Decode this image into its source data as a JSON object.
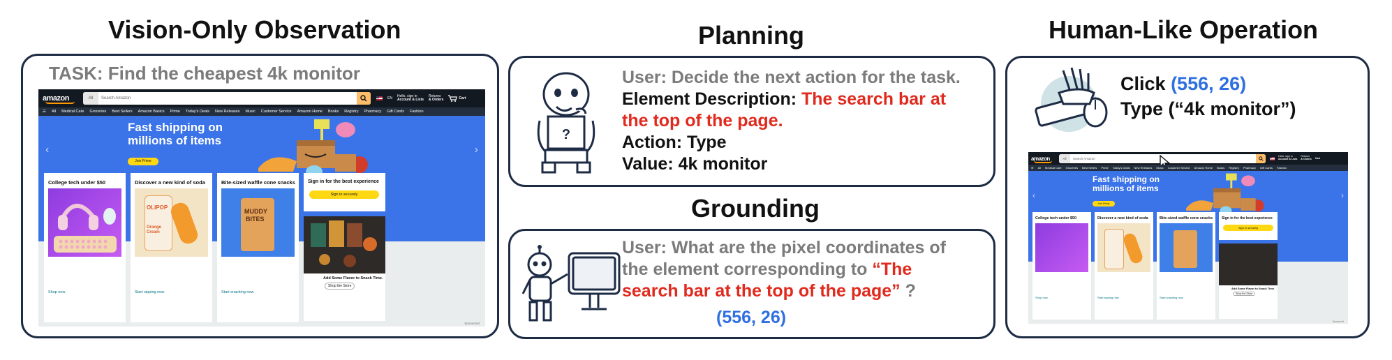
{
  "headings": {
    "vision": "Vision-Only Observation",
    "planning": "Planning",
    "grounding": "Grounding",
    "operation": "Human-Like Operation"
  },
  "vision_panel": {
    "task": "TASK: Find the cheapest 4k monitor"
  },
  "planning_panel": {
    "user_prompt": "User: Decide the next action for the task.",
    "element_label": "Element Description:",
    "element_value_line1": "The search bar at",
    "element_value_line2": "the top of the page.",
    "action": "Action: Type",
    "value": "Value: 4k monitor"
  },
  "grounding_panel": {
    "line1": "User: What are the pixel coordinates of",
    "line2": "the element corresponding to",
    "quote_part1": "“The",
    "quote_part2": "search bar at the top of the page”",
    "question_mark": "?",
    "answer": "(556, 26)"
  },
  "operation_panel": {
    "click_label": "Click",
    "click_coords": "(556, 26)",
    "type_action": "Type (“4k monitor”)"
  },
  "amazon": {
    "logo": "amazon",
    "search_category": "All",
    "search_placeholder": "Search Amazon",
    "language": "EN",
    "account_line1": "Hello, sign in",
    "account_line2": "Account & Lists",
    "returns_line1": "Returns",
    "returns_line2": "& Orders",
    "cart": "Cart",
    "nav": [
      "All",
      "Medical Care",
      "Groceries",
      "Best Sellers",
      "Amazon Basics",
      "Prime",
      "Today's Deals",
      "New Releases",
      "Music",
      "Customer Service",
      "Amazon Home",
      "Books",
      "Registry",
      "Pharmacy",
      "Gift Cards",
      "Fashion"
    ],
    "hero_title_line1": "Fast shipping on",
    "hero_title_line2": "millions of items",
    "hero_button": "Join Prime",
    "cards": [
      {
        "title": "College tech under $50",
        "link": "Shop now"
      },
      {
        "title": "Discover a new kind of soda",
        "link": "Start sipping now"
      },
      {
        "title": "Bite-sized waffle cone snacks",
        "link": "Start snacking now"
      },
      {
        "title": "Sign in for the best experience",
        "link": ""
      }
    ],
    "signin_button": "Sign in securely",
    "ad_text": "Add Some Flavor to Snack Time.",
    "ad_button": "Shop the Store",
    "sponsored": "Sponsored",
    "soda_brand": "OLIPOP",
    "soda_flavor_line1": "Orange",
    "soda_flavor_line2": "Cream",
    "snack_brand_line1": "MUDDY",
    "snack_brand_line2": "BITES"
  },
  "colors": {
    "panel_border": "#1d2b44",
    "accent_red": "#e02a1e",
    "accent_blue": "#2f6fe0",
    "amazon_dark": "#131921",
    "amazon_nav": "#232f3e",
    "amazon_hero": "#3b73e8",
    "amazon_yellow": "#ffd814"
  },
  "icons": [
    "thinking-robot-icon",
    "robot-pointing-board-icon",
    "robot-hand-mouse-icon",
    "mouse-cursor-icon"
  ]
}
